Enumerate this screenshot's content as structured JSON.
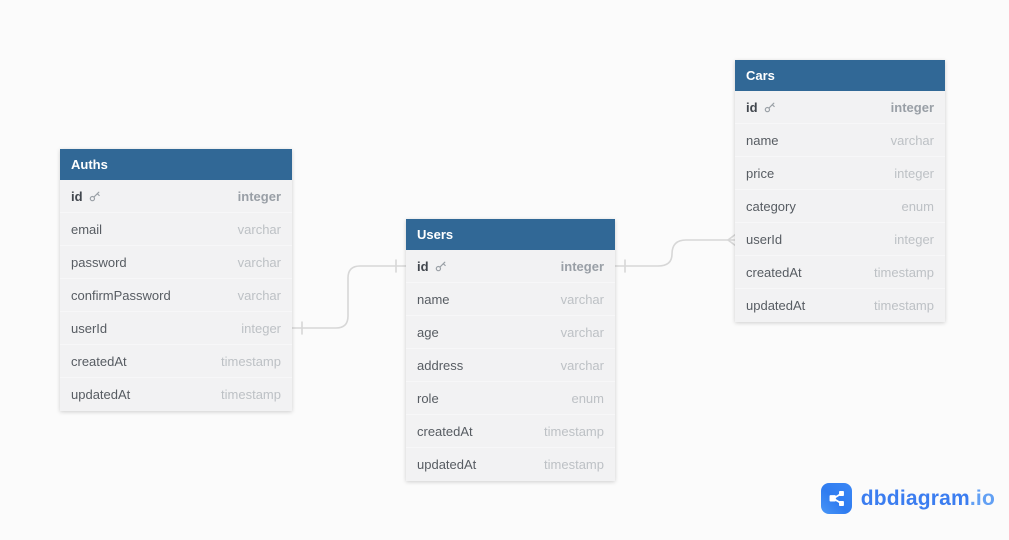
{
  "app": {
    "name": "dbdiagram.io"
  },
  "tables": [
    {
      "title": "Auths",
      "fields": [
        {
          "name": "id",
          "type": "integer",
          "pk": true
        },
        {
          "name": "email",
          "type": "varchar",
          "pk": false
        },
        {
          "name": "password",
          "type": "varchar",
          "pk": false
        },
        {
          "name": "confirmPassword",
          "type": "varchar",
          "pk": false
        },
        {
          "name": "userId",
          "type": "integer",
          "pk": false
        },
        {
          "name": "createdAt",
          "type": "timestamp",
          "pk": false
        },
        {
          "name": "updatedAt",
          "type": "timestamp",
          "pk": false
        }
      ]
    },
    {
      "title": "Users",
      "fields": [
        {
          "name": "id",
          "type": "integer",
          "pk": true
        },
        {
          "name": "name",
          "type": "varchar",
          "pk": false
        },
        {
          "name": "age",
          "type": "varchar",
          "pk": false
        },
        {
          "name": "address",
          "type": "varchar",
          "pk": false
        },
        {
          "name": "role",
          "type": "enum",
          "pk": false
        },
        {
          "name": "createdAt",
          "type": "timestamp",
          "pk": false
        },
        {
          "name": "updatedAt",
          "type": "timestamp",
          "pk": false
        }
      ]
    },
    {
      "title": "Cars",
      "fields": [
        {
          "name": "id",
          "type": "integer",
          "pk": true
        },
        {
          "name": "name",
          "type": "varchar",
          "pk": false
        },
        {
          "name": "price",
          "type": "integer",
          "pk": false
        },
        {
          "name": "category",
          "type": "enum",
          "pk": false
        },
        {
          "name": "userId",
          "type": "integer",
          "pk": false
        },
        {
          "name": "createdAt",
          "type": "timestamp",
          "pk": false
        },
        {
          "name": "updatedAt",
          "type": "timestamp",
          "pk": false
        }
      ]
    }
  ],
  "relationships": [
    {
      "from": "Auths.userId",
      "to": "Users.id",
      "from_marker": "one",
      "to_marker": "one"
    },
    {
      "from": "Users.id",
      "to": "Cars.userId",
      "from_marker": "one",
      "to_marker": "many"
    }
  ],
  "logo": {
    "icon": "share-nodes-icon",
    "text": "dbdiagram",
    "suffix": ".io"
  },
  "colors": {
    "table_header": "#316896",
    "canvas_bg": "#fbfbfb",
    "row_bg": "#f2f2f3",
    "relationship_line": "#d7d7d7",
    "logo_blue": "#3b7df0"
  }
}
